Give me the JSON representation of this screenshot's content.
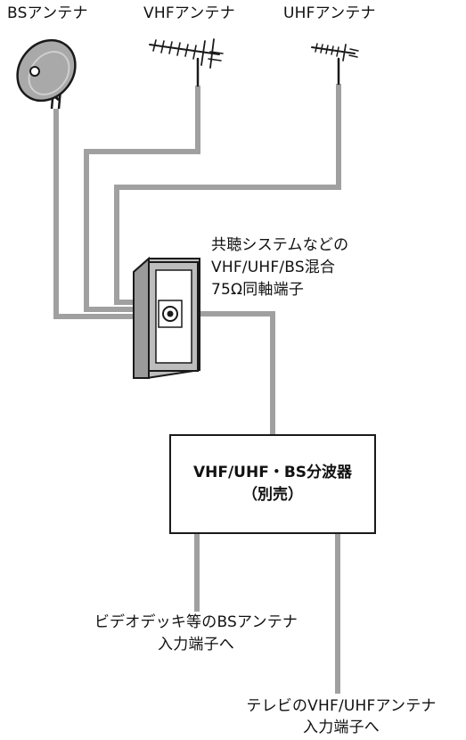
{
  "antennas": {
    "bs": "BSアンテナ",
    "vhf": "VHFアンテナ",
    "uhf": "UHFアンテナ"
  },
  "outlet": {
    "label_lines": [
      "共聴システムなどの",
      "VHF/UHF/BS混合",
      "75Ω同軸端子"
    ]
  },
  "splitter": {
    "line1": "VHF/UHF・BS分波器",
    "line2": "（別売）"
  },
  "outputs": {
    "vcr_lines": [
      "ビデオデッキ等のBSアンテナ",
      "入力端子へ"
    ],
    "tv_lines": [
      "テレビのVHF/UHFアンテナ",
      "入力端子へ"
    ]
  },
  "colors": {
    "cable": "#a0a0a0",
    "outline": "#1a1a1a",
    "panel_fill": "#bdbdbd"
  }
}
